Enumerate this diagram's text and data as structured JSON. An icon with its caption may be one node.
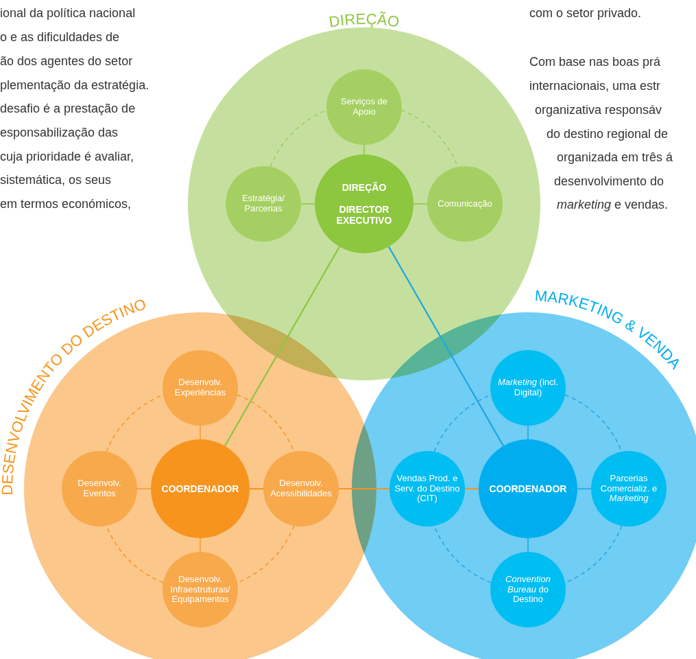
{
  "diagram": {
    "nodes": [
      {
        "text": [
          "DIREÇÃO"
        ]
      },
      {
        "text": [
          "Serviços de Apoio"
        ],
        "in": 0
      },
      {
        "text": [
          "Estratégia/ Parcerias"
        ],
        "in": 0
      },
      {
        "text": [
          "DIREÇÃO",
          "DIRECTOR EXECUTIVO"
        ],
        "in": 0
      },
      {
        "text": [
          "Comunicação"
        ],
        "in": 0
      },
      {
        "text": [
          "DESENVOLVIMENTO DO DESTINO"
        ]
      },
      {
        "text": [
          "Desenvolv. Experiências"
        ],
        "in": 5
      },
      {
        "text": [
          "Desenvolv. Eventos"
        ],
        "in": 5
      },
      {
        "text": [
          "COORDENADOR"
        ],
        "in": 5
      },
      {
        "text": [
          "Desenvolv. Acessibilidades"
        ],
        "in": 5
      },
      {
        "text": [
          "Desenvolv. Infraestruturas/ Equipamentos"
        ],
        "in": 5
      },
      {
        "text": [
          "MARKETING & VENDA"
        ]
      },
      {
        "text": [
          "*Marketing* (incl. Digital)"
        ],
        "in": 11
      },
      {
        "text": [
          "Vendas Prod. e Serv. do Destino (CIT)"
        ],
        "in": 11
      },
      {
        "text": [
          "COORDENADOR"
        ],
        "in": 11
      },
      {
        "text": [
          "Parcerias Comercializ. e *Marketing*"
        ],
        "in": 11
      },
      {
        "text": [
          "*Convention Bureau* do Destino"
        ],
        "in": 11
      }
    ],
    "edges": [
      {
        "from": 1,
        "to": 3,
        "arrow": "none",
        "color": "#9fcb5e"
      },
      {
        "from": 2,
        "to": 3,
        "arrow": "none",
        "color": "#9fcb5e"
      },
      {
        "from": 3,
        "to": 4,
        "arrow": "none",
        "color": "#9fcb5e"
      },
      {
        "from": 2,
        "to": 1,
        "arrow": "none",
        "style": "dashed",
        "color": "#9fcb5e"
      },
      {
        "from": 1,
        "to": 4,
        "arrow": "none",
        "style": "dashed",
        "color": "#9fcb5e"
      },
      {
        "from": 6,
        "to": 8,
        "arrow": "none",
        "color": "#f7a64a"
      },
      {
        "from": 7,
        "to": 8,
        "arrow": "none",
        "color": "#f7a64a"
      },
      {
        "from": 8,
        "to": 9,
        "arrow": "none",
        "color": "#f7941d"
      },
      {
        "from": 8,
        "to": 10,
        "arrow": "none",
        "color": "#f7a64a"
      },
      {
        "from": 7,
        "to": 6,
        "arrow": "none",
        "style": "dashed",
        "color": "#f7941d"
      },
      {
        "from": 6,
        "to": 9,
        "arrow": "none",
        "style": "dashed",
        "color": "#f7941d"
      },
      {
        "from": 9,
        "to": 10,
        "arrow": "none",
        "style": "dashed",
        "color": "#f7941d"
      },
      {
        "from": 10,
        "to": 7,
        "arrow": "none",
        "style": "dashed",
        "color": "#f7941d"
      },
      {
        "from": 12,
        "to": 14,
        "arrow": "none",
        "color": "#2bb4ea"
      },
      {
        "from": 13,
        "to": 14,
        "arrow": "none",
        "color": "#f7941d"
      },
      {
        "from": 14,
        "to": 15,
        "arrow": "none",
        "color": "#2bb4ea"
      },
      {
        "from": 14,
        "to": 16,
        "arrow": "none",
        "color": "#2bb4ea"
      },
      {
        "from": 13,
        "to": 12,
        "arrow": "none",
        "style": "dashed",
        "color": "#1ea7e1"
      },
      {
        "from": 12,
        "to": 15,
        "arrow": "none",
        "style": "dashed",
        "color": "#1ea7e1"
      },
      {
        "from": 15,
        "to": 16,
        "arrow": "none",
        "style": "dashed",
        "color": "#1ea7e1"
      },
      {
        "from": 16,
        "to": 13,
        "arrow": "none",
        "style": "dashed",
        "color": "#1ea7e1"
      },
      {
        "from": 3,
        "to": 8,
        "arrow": "none",
        "color": "#8dc63f"
      },
      {
        "from": 3,
        "to": 14,
        "arrow": "none",
        "color": "#1ea7e1"
      },
      {
        "from": 9,
        "to": 13,
        "arrow": "none",
        "color": "#f7941d"
      }
    ],
    "labels": [
      "ional da política nacional",
      "o e as dificuldades de",
      "ão dos agentes do setor",
      "plementação da estratégia.",
      "desafio é a prestação de",
      "esponsabilização das",
      "cuja prioridade é avaliar,",
      "sistemática, os seus",
      "em termos económicos,",
      "com o setor privado.",
      "Com base nas boas prá",
      "internacionais, uma estr",
      "organizativa responsáv",
      "do destino regional de",
      "organizada em três á",
      "desenvolvimento do",
      "*marketing* e vendas."
    ]
  }
}
